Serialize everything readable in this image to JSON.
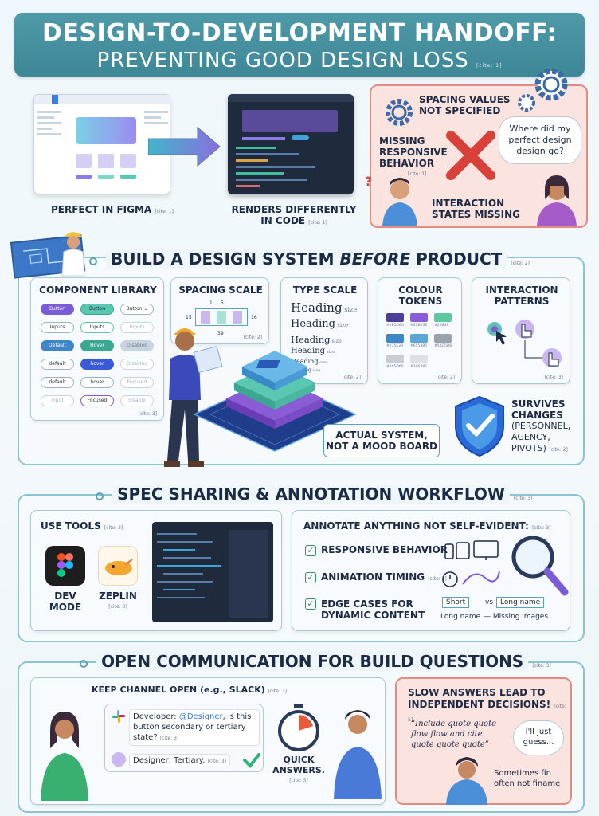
{
  "header": {
    "title": "DESIGN-TO-DEVELOPMENT HANDOFF:",
    "subtitle": "PREVENTING GOOD DESIGN LOSS",
    "cite": "[cite: 1]"
  },
  "problem": {
    "figma_label": "PERFECT IN FIGMA",
    "figma_cite": "[cite: 1]",
    "code_label_1": "RENDERS DIFFERENTLY",
    "code_label_2": "IN CODE",
    "code_cite": "[cite: 1]",
    "spacing_1": "SPACING VALUES",
    "spacing_2": "NOT SPECIFIED",
    "responsive_1": "MISSING",
    "responsive_2": "RESPONSIVE",
    "responsive_3": "BEHAVIOR",
    "responsive_cite": "[cite: 1]",
    "interaction_1": "INTERACTION",
    "interaction_2": "STATES MISSING",
    "speech_1": "Where did my",
    "speech_2": "perfect design",
    "speech_3": "design go?",
    "question": "?"
  },
  "design_system": {
    "title_pre": "BUILD A DESIGN SYSTEM ",
    "title_em": "BEFORE",
    "title_post": " PRODUCT",
    "cite": "[cite: 2]",
    "component_library": {
      "title": "COMPONENT LIBRARY",
      "cite": "[cite: 3]",
      "buttons": [
        [
          "Button",
          "Button",
          "Button ⌄"
        ],
        [
          "Inputs",
          "Inputs",
          "Inputs"
        ],
        [
          "Default",
          "Hover",
          "Disabled"
        ],
        [
          "default",
          "hover",
          "Disabled"
        ],
        [
          "default",
          "hover",
          "Focused"
        ],
        [
          "Input",
          "Focused",
          "disable"
        ]
      ]
    },
    "spacing_scale": {
      "title": "SPACING SCALE",
      "n1": "1",
      "n2": "5",
      "n3": "15",
      "n4": "16",
      "n5": "39",
      "cite": "[cite: 2]"
    },
    "type_scale": {
      "title": "TYPE SCALE",
      "rows": [
        "Heading",
        "Heading",
        "Heading",
        "Heading",
        "Heading",
        "Heading"
      ],
      "size": "size",
      "cite": "[cite: 2]"
    },
    "colour_tokens": {
      "title_1": "COLOUR",
      "title_2": "TOKENS",
      "cite": "[cite: 2]",
      "swatches": [
        {
          "color": "#4a3f96",
          "label": "#2B5D6A"
        },
        {
          "color": "#8a5cd6",
          "label": "#2C8036"
        },
        {
          "color": "#5ec8a4",
          "label": "#20B36"
        },
        {
          "color": "#3f86c7",
          "label": "#235E28"
        },
        {
          "color": "#5aa8d6",
          "label": "#655386"
        },
        {
          "color": "#9aa3ad",
          "label": "#54D5D8"
        },
        {
          "color": "#c9ced4",
          "label": "#285D60"
        },
        {
          "color": "#dde1e6",
          "label": "#306385"
        }
      ]
    },
    "interaction_patterns": {
      "title_1": "INTERACTION",
      "title_2": "PATTERNS",
      "cite": "[cite: 3]"
    },
    "actual_system_1": "ACTUAL SYSTEM,",
    "actual_system_2": "NOT A MOOD BOARD",
    "survives_1": "SURVIVES",
    "survives_2": "CHANGES",
    "survives_3": "(PERSONNEL,",
    "survives_4": "AGENCY,",
    "survives_5": "PIVOTS)",
    "survives_cite": "[cite: 2]"
  },
  "spec": {
    "title": "SPEC SHARING & ANNOTATION WORKFLOW",
    "cite": "[cite: 3]",
    "use_tools": "USE TOOLS",
    "use_tools_cite": "[cite: 3]",
    "dev_mode_1": "DEV",
    "dev_mode_2": "MODE",
    "zeplin": "ZEPLIN",
    "zeplin_cite": "[cite: 3]",
    "annotate_title": "ANNOTATE ANYTHING NOT SELF-EVIDENT:",
    "annotate_cite": "[cite: 3]",
    "item_1": "RESPONSIVE BEHAVIOR",
    "item_2": "ANIMATION TIMING",
    "item_2_cite": "[cite: 3]",
    "item_3a": "EDGE CASES FOR",
    "item_3b": "DYNAMIC CONTENT",
    "short": "Short",
    "vs": "vs",
    "long_name": "Long name",
    "long_name_2": "Long name",
    "missing_images": "Missing images"
  },
  "communication": {
    "title": "OPEN COMMUNICATION FOR BUILD QUESTIONS",
    "cite": "[cite: 3]",
    "keep_open": "KEEP CHANNEL OPEN (e.g., SLACK)",
    "keep_open_cite": "[cite: 3]",
    "dev_msg_pre": "Developer: ",
    "dev_msg_mention": "@Designer",
    "dev_msg_post": ", is this button secondary or tertiary state?",
    "dev_msg_cite": "[cite: 3]",
    "designer_msg": "Designer: Tertiary.",
    "designer_cite": "[cite: 3]",
    "quick_1": "QUICK",
    "quick_2": "ANSWERS.",
    "quick_cite": "[cite: 3]",
    "slow_1": "SLOW ANSWERS LEAD TO",
    "slow_2": "INDEPENDENT DECISIONS!",
    "slow_cite": "[cite: 5]",
    "quote_1": "“Include quote quote",
    "quote_2": "flow flow and cite",
    "quote_3": "quote quote quote”",
    "guess_1": "I'll just",
    "guess_2": "guess...",
    "sometimes_1": "Sometimes fin",
    "sometimes_2": "often not finame"
  },
  "colors": {
    "header": "#4695a4",
    "frame": "#8cc3d0",
    "problem_bg": "#fbe3e0",
    "problem_border": "#e28b80",
    "accent_purple": "#7a5cd6",
    "accent_teal": "#3bb0a0"
  }
}
